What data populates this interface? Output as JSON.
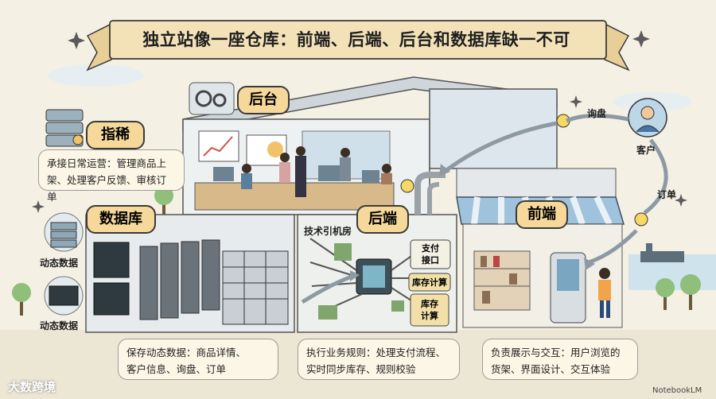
{
  "title": "独立站像一座仓库：前端、后端、后台和数据库缺一不可",
  "sections": {
    "backoffice": {
      "label": "后台"
    },
    "backend": {
      "label": "后端",
      "room_label": "技术引机房"
    },
    "database": {
      "label": "数据库"
    },
    "frontend": {
      "label": "前端"
    }
  },
  "actors": {
    "operator": {
      "label": "指稀"
    },
    "customer": {
      "label": "客户"
    }
  },
  "flows": {
    "inquiry": "询盘",
    "order": "订单"
  },
  "notes": {
    "operator_line1": "承接日常运营：管理商品上",
    "operator_line2": "架、处理客户反馈、审核订单",
    "database_line1": "保存动态数据：商品详情、",
    "database_line2": "客户信息、询盘、订单",
    "backend_line1": "执行业务规则：处理支付流程、",
    "backend_line2": "实时同步库存、规则校验",
    "frontend_line1": "负责展示与交互：用户浏览的",
    "frontend_line2": "货架、界面设计、交互体验"
  },
  "dynamic_data_labels": [
    "动态数据",
    "动态数据"
  ],
  "modules": {
    "payment_line1": "支付",
    "payment_line2": "接口",
    "inventory": "库存计算",
    "inventory2_line1": "库存",
    "inventory2_line2": "计算"
  },
  "watermark": "大数跨境",
  "credit": "NotebookLM",
  "colors": {
    "banner": "#f3e2b8",
    "label": "#f6d89a",
    "sky": "#f4f0e4",
    "awning": "#9fc3dc"
  }
}
